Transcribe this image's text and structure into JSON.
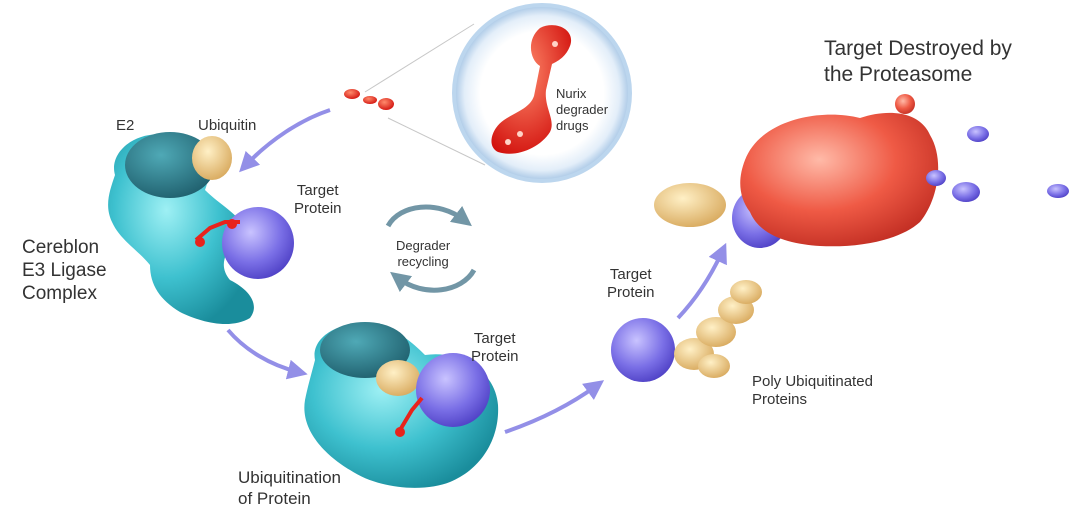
{
  "labels": {
    "nurix_degrader_drugs": "Nurix\ndegrader\ndrugs",
    "e2": "E2",
    "ubiquitin": "Ubiquitin",
    "target_protein_1": "Target\nProtein",
    "cereblon_complex": "Cereblon\nE3 Ligase\nComplex",
    "degrader_recycling": "Degrader\nrecycling",
    "target_protein_2": "Target\nProtein",
    "ubiquitination_of_protein": "Ubiquitination\nof Protein",
    "target_protein_3": "Target\nProtein",
    "poly_ubiquitinated_proteins": "Poly Ubiquitinated\nProteins",
    "target_destroyed": "Target Destroyed by\nthe Proteasome"
  },
  "colors": {
    "cereblon": "#3ec1cf",
    "e2": "#2a7f8f",
    "ubiquitin": "#e8c27a",
    "target_protein": "#7a6fe6",
    "degrader_drug": "#e8231c",
    "proteasome": "#ef5a45",
    "arrow": "#6f6ae0",
    "recycling_arrow": "#4f7d90"
  }
}
